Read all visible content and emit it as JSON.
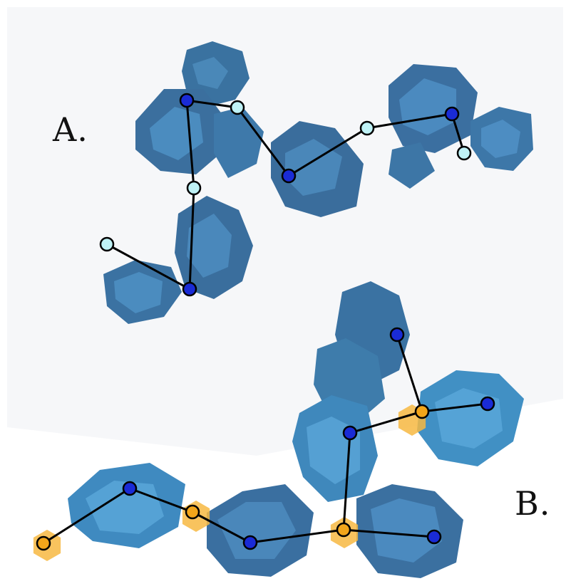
{
  "panels": {
    "a": {
      "label": "A."
    },
    "b": {
      "label": "B."
    }
  },
  "colors": {
    "background": "#ffffff",
    "shadow": "#f2f3f5",
    "blob_dark": "#3b6f98",
    "blob_mid": "#3e85b8",
    "blob_light": "#5aa6d6",
    "node_dark_blue": "#1a2bd6",
    "node_light_cyan": "#bff2f6",
    "node_orange": "#f2a51a",
    "hex_highlight": "#f7b842",
    "edge": "#000000"
  },
  "legend_node_kinds": [
    "dark-blue-node",
    "light-cyan-node",
    "orange-node"
  ]
}
